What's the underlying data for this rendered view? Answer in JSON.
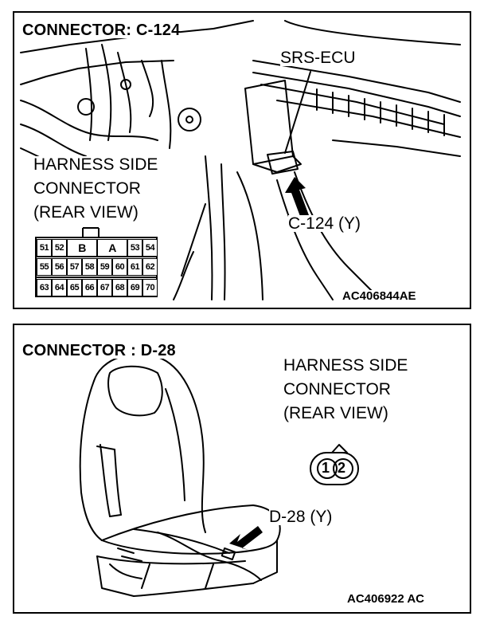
{
  "top_panel": {
    "title": "CONNECTOR: C-124",
    "ecu_label": "SRS-ECU",
    "harness_line1": "HARNESS SIDE",
    "harness_line2": "CONNECTOR",
    "harness_line3": "(REAR VIEW)",
    "connector_callout": "C-124 (Y)",
    "figure_code": "AC406844AE",
    "pins_row1": [
      "51",
      "52",
      "B",
      "A",
      "53",
      "54"
    ],
    "pins_row2": [
      "55",
      "56",
      "57",
      "58",
      "59",
      "60",
      "61",
      "62"
    ],
    "pins_row3": [
      "63",
      "64",
      "65",
      "66",
      "67",
      "68",
      "69",
      "70"
    ]
  },
  "bottom_panel": {
    "title": "CONNECTOR : D-28",
    "harness_line1": "HARNESS SIDE",
    "harness_line2": "CONNECTOR",
    "harness_line3": "(REAR VIEW)",
    "pins": [
      "1",
      "2"
    ],
    "connector_callout": "D-28 (Y)",
    "figure_code": "AC406922 AC"
  }
}
